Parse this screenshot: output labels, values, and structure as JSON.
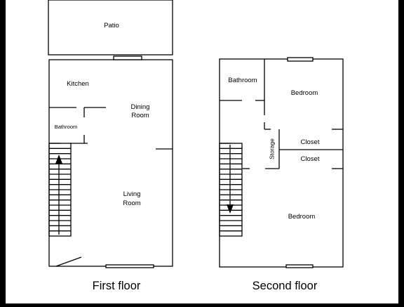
{
  "first_floor": {
    "caption": "First floor",
    "patio_label": "Patio",
    "kitchen_label": "Kitchen",
    "dining_label_line1": "Dining",
    "dining_label_line2": "Room",
    "bathroom_label": "Bathroom",
    "living_label_line1": "Living",
    "living_label_line2": "Room"
  },
  "second_floor": {
    "caption": "Second floor",
    "bathroom_label": "Bathroom",
    "bedroom_top_label": "Bedroom",
    "closet_top_label": "Closet",
    "closet_bottom_label": "Closet",
    "storage_label": "Storage",
    "bedroom_bottom_label": "Bedroom"
  },
  "colors": {
    "background": "#000000",
    "paper": "#ffffff",
    "line": "#000000"
  }
}
